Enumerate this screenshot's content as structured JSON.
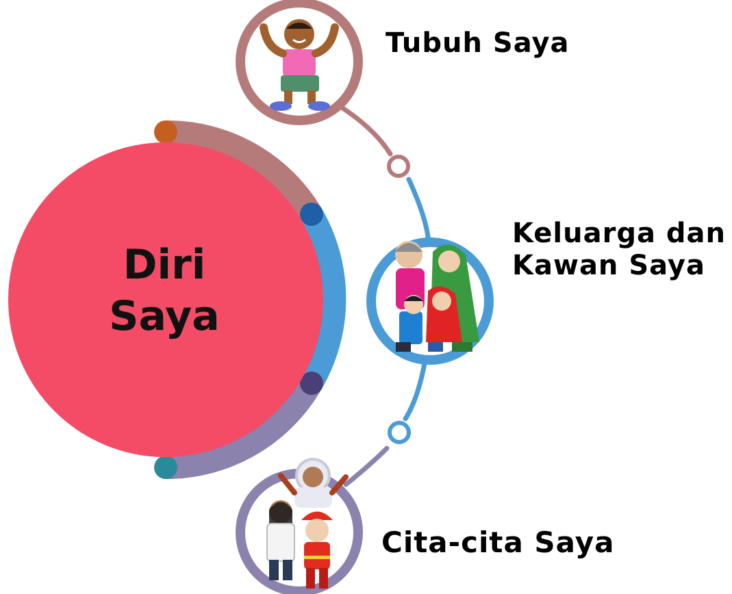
{
  "center": {
    "line1": "Diri",
    "line2": "Saya"
  },
  "topics": [
    {
      "label": "Tubuh Saya",
      "icon": "strong-kid-icon"
    },
    {
      "label_line1": "Keluarga dan",
      "label_line2": "Kawan Saya",
      "icon": "family-icon"
    },
    {
      "label": "Cita-cita Saya",
      "icon": "careers-kids-icon"
    }
  ],
  "colors": {
    "center_fill": "#f44c66",
    "arc_top": "#b57b7b",
    "arc_middle": "#4a9bd6",
    "arc_bottom": "#8b82ad",
    "accent_orange": "#c4601f",
    "accent_blue": "#1f5fa8",
    "accent_purple": "#4a3f78",
    "accent_teal": "#2a8a9a"
  }
}
